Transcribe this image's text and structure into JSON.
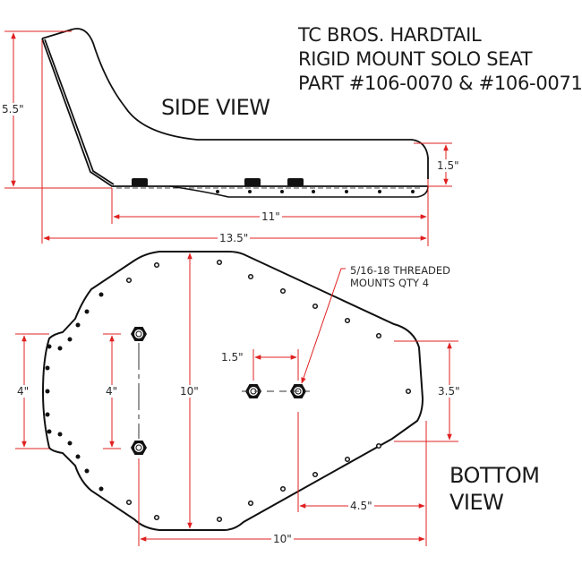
{
  "title_block": {
    "line1": "TC BROS. HARDTAIL",
    "line2": "RIGID MOUNT SOLO SEAT",
    "line3": "PART #106-0070 & #106-0071"
  },
  "views": {
    "side": "SIDE VIEW",
    "bottom_line1": "BOTTOM",
    "bottom_line2": "VIEW"
  },
  "side_view_dimensions": {
    "height": "5.5\"",
    "seat_height": "1.5\"",
    "base_length": "11\"",
    "overall_length": "13.5\""
  },
  "bottom_view_dimensions": {
    "rear_width": "4\"",
    "mount_spacing_vertical": "4\"",
    "overall_width": "10\"",
    "mount_spacing_horizontal": "1.5\"",
    "nose_width": "3.5\"",
    "front_mount_to_nose": "4.5\"",
    "overall_length": "10\""
  },
  "callout": {
    "line1": "5/16-18 THREADED",
    "line2": "MOUNTS QTY 4"
  },
  "colors": {
    "dimension_line": "#e02020",
    "outline": "#111111",
    "text": "#1a1a1a",
    "background": "#ffffff"
  }
}
